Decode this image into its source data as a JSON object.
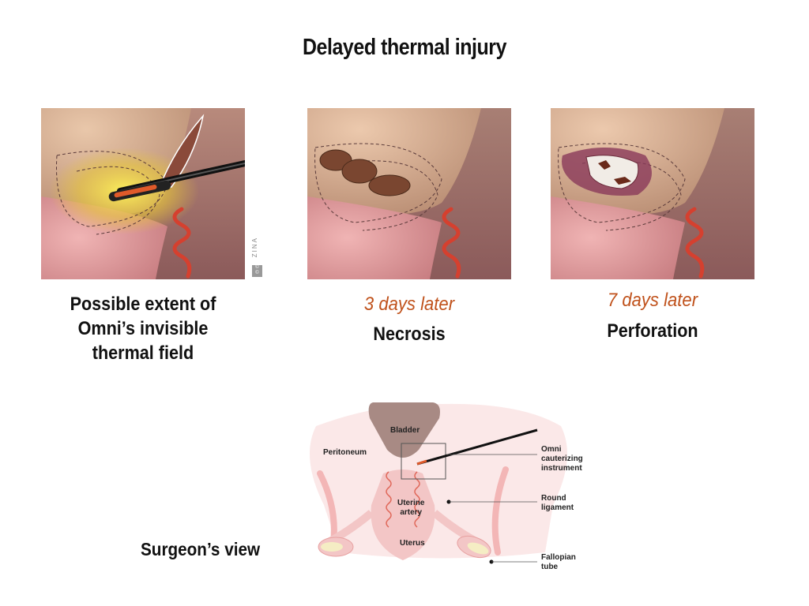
{
  "title": "Delayed thermal injury",
  "panels": [
    {
      "time": "",
      "caption_lines": [
        "Possible extent of",
        "Omni’s invisible",
        "thermal field"
      ]
    },
    {
      "time": "3 days later",
      "caption_lines": [
        "Necrosis"
      ]
    },
    {
      "time": "7 days later",
      "caption_lines": [
        "Perforation"
      ]
    }
  ],
  "signature": "ZINA",
  "surgeons_view": {
    "label": "Surgeon’s view",
    "labels": {
      "bladder": "Bladder",
      "peritoneum": "Peritoneum",
      "uterine_artery": [
        "Uterine",
        "artery"
      ],
      "uterus": "Uterus",
      "omni": [
        "Omni",
        "cauterizing",
        "instrument"
      ],
      "round_ligament": [
        "Round",
        "ligament"
      ],
      "fallopian_tube": [
        "Fallopian",
        "tube"
      ]
    }
  },
  "colors": {
    "caption_time": "#c0521c",
    "tissue": "#f3c6c6",
    "peritoneum": "#fbe8e8",
    "bladder": "#a88a84",
    "artery": "#e0685a"
  }
}
